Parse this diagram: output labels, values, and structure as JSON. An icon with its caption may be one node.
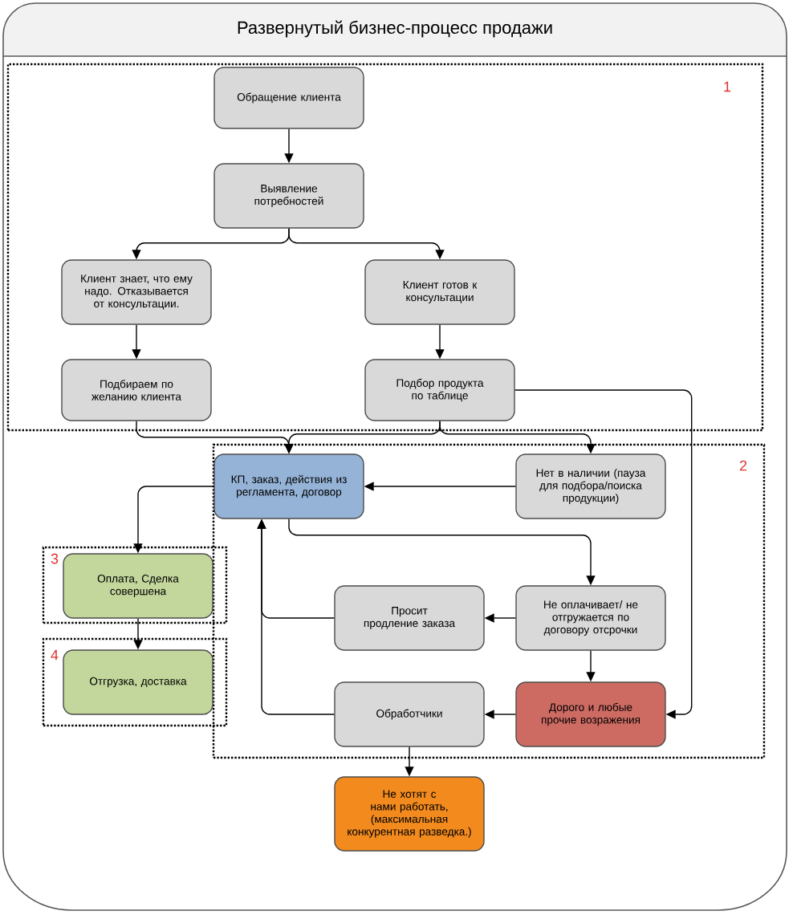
{
  "diagram": {
    "title": "Развернутый бизнес-процесс продажи",
    "nodes": [
      {
        "text": [
          "1"
        ]
      },
      {
        "text": [
          "Обращение клиента"
        ],
        "in": 0
      },
      {
        "text": [
          "Выявление потребностей"
        ],
        "in": 0
      },
      {
        "text": [
          "Клиент знает, что ему надо. Отказывается от консультации."
        ],
        "in": 0
      },
      {
        "text": [
          "Клиент готов к консультации"
        ],
        "in": 0
      },
      {
        "text": [
          "Подбираем по желанию клиента"
        ],
        "in": 0
      },
      {
        "text": [
          "Подбор продукта по таблице"
        ],
        "in": 0
      },
      {
        "text": [
          "2"
        ]
      },
      {
        "text": [
          "КП, заказ, действия из регламента, договор"
        ],
        "in": 7
      },
      {
        "text": [
          "Нет в наличии (пауза для подбора/поиска продукции)"
        ],
        "in": 7
      },
      {
        "text": [
          "3"
        ]
      },
      {
        "text": [
          "Оплата, Сделка совершена"
        ],
        "in": 10
      },
      {
        "text": [
          "4"
        ]
      },
      {
        "text": [
          "Отгрузка, доставка"
        ],
        "in": 12
      },
      {
        "text": [
          "Просит продление заказа"
        ],
        "in": 7
      },
      {
        "text": [
          "Не оплачивает/ не отгружается по договору отсрочки"
        ],
        "in": 7
      },
      {
        "text": [
          "Обработчики"
        ],
        "in": 7
      },
      {
        "text": [
          "Дорого и любые прочие возражения"
        ],
        "in": 7
      },
      {
        "text": [
          "Не хотят с нами работать, (максимальная конкурентная разведка.)"
        ]
      }
    ],
    "edges": [
      {
        "from": 1,
        "to": 2,
        "arrow": "to"
      },
      {
        "from": 2,
        "to": 3,
        "arrow": "to"
      },
      {
        "from": 2,
        "to": 4,
        "arrow": "to"
      },
      {
        "from": 3,
        "to": 5,
        "arrow": "to"
      },
      {
        "from": 4,
        "to": 6,
        "arrow": "to"
      },
      {
        "from": 5,
        "to": 8,
        "arrow": "to"
      },
      {
        "from": 6,
        "to": 8,
        "arrow": "to"
      },
      {
        "from": 6,
        "to": 9,
        "arrow": "to"
      },
      {
        "from": 6,
        "to": 17,
        "arrow": "to"
      },
      {
        "from": 9,
        "to": 8,
        "arrow": "to"
      },
      {
        "from": 8,
        "to": 11,
        "arrow": "to"
      },
      {
        "from": 8,
        "to": 15,
        "arrow": "to"
      },
      {
        "from": 15,
        "to": 14,
        "arrow": "to"
      },
      {
        "from": 14,
        "to": 8,
        "arrow": "to"
      },
      {
        "from": 15,
        "to": 17,
        "arrow": "to"
      },
      {
        "from": 17,
        "to": 16,
        "arrow": "to"
      },
      {
        "from": 16,
        "to": 8,
        "arrow": "to"
      },
      {
        "from": 16,
        "to": 18,
        "arrow": "to"
      },
      {
        "from": 11,
        "to": 13,
        "arrow": "to"
      }
    ]
  }
}
